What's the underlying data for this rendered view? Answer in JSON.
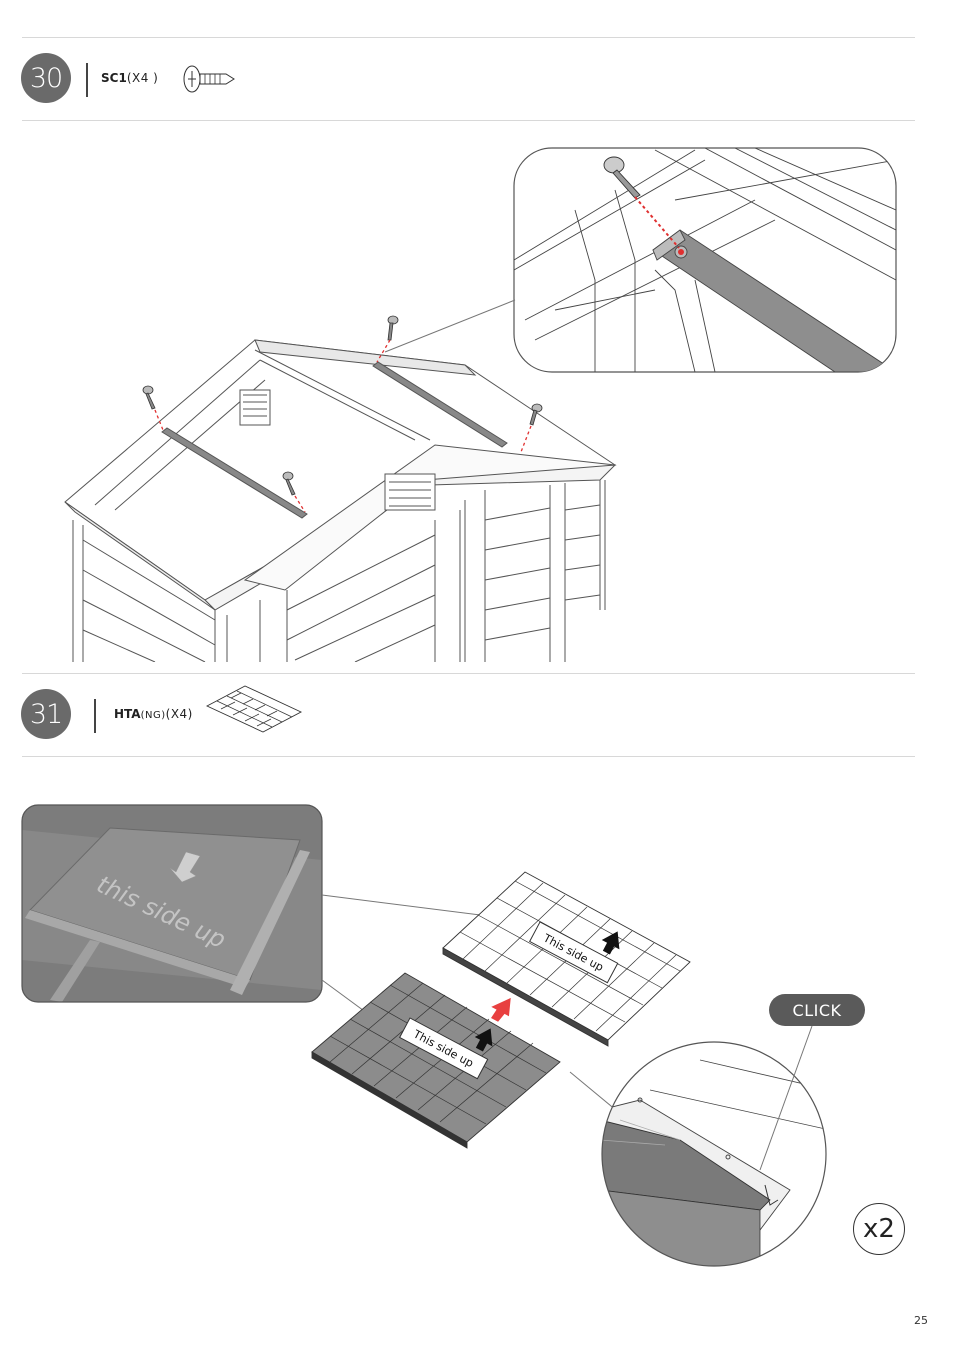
{
  "step30": {
    "number": "30",
    "part_code": "SC1",
    "part_qty": "(X4 )",
    "part_icon": "screw-icon"
  },
  "step31": {
    "number": "31",
    "part_code": "HTA",
    "part_variant": "(NG)",
    "part_qty": "(X4)",
    "part_icon": "roof-tile-panel-icon",
    "zoom_label": "this side up",
    "panel_label": "This side up",
    "click_label": "CLICK",
    "repeat_label": "x2"
  },
  "page_number": "25",
  "colors": {
    "badge": "#6a6a6a",
    "screw_path": "#e03030",
    "arrow_red": "#e84040",
    "panel_gray": "#8c8c8c"
  }
}
